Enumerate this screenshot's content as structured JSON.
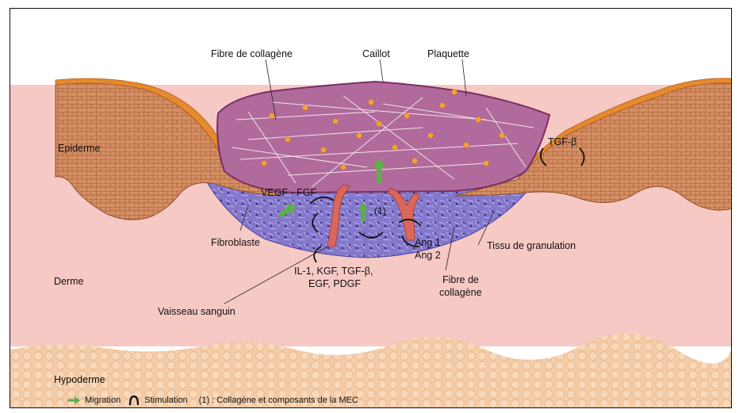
{
  "labels": {
    "fibre_collagene_top": "Fibre de collagène",
    "caillot": "Caillot",
    "plaquette": "Plaquette",
    "epiderme": "Epiderme",
    "tgf_beta_right": "TGF-β",
    "vegf_fgf": "VEGF - FGF",
    "one": "(1)",
    "fibroblaste": "Fibroblaste",
    "ang1": "Ang 1",
    "ang2": "Ang 2",
    "tissu_granulation": "Tissu de granulation",
    "derme": "Derme",
    "cytokines_line1": "IL-1, KGF, TGF-β,",
    "cytokines_line2": "EGF, PDGF",
    "fibre_collagene_bottom_1": "Fibre de",
    "fibre_collagene_bottom_2": "collagène",
    "vaisseau": "Vaisseau sanguin",
    "hypoderme": "Hypoderme"
  },
  "legend": {
    "migration": "Migration",
    "stimulation": "Stimulation",
    "note": "(1) : Collagène et composants de la MEC"
  },
  "colors": {
    "derme": "#f6c9c5",
    "epiderme": "#d4895e",
    "epiderme_top": "#e58a2e",
    "caillot": "#b06a9b",
    "granulation": "#7d6fc9",
    "hypoderme": "#f3c9a4",
    "plaquette": "#f1a23a",
    "vessel": "#d9675a",
    "migration": "#5fae4a"
  }
}
